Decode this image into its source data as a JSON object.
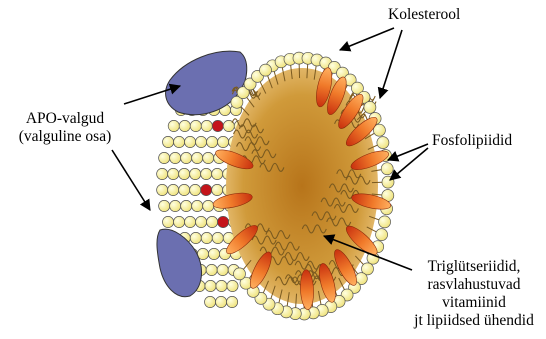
{
  "labels": {
    "apo_line1": "APO-valgud",
    "apo_line2": "(valguline osa)",
    "cholesterol": "Kolesterool",
    "phospholipids": "Fosfolipiidid",
    "core_line1": "Triglütseriidid,",
    "core_line2": "rasvlahustuvad",
    "core_line3": "vitamiinid",
    "core_line4": "jt lipiidsed ühendid"
  },
  "colors": {
    "phospholipid_head": "#f6ef9a",
    "apoprotein": "#6b6fb0",
    "apoprotein_red": "#c4141b",
    "core": "#c88a2a",
    "cholesterol": "#e0521c",
    "tail_stroke": "#7a5a20"
  }
}
